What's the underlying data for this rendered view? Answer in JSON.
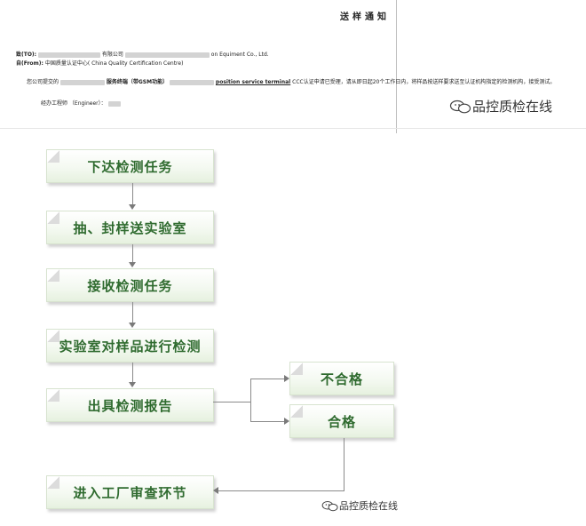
{
  "notice": {
    "title": "送样通知",
    "to_label": "致(TO):",
    "to_company_suffix": "有限公司",
    "to_company_en_tail": "on Equiment Co., Ltd.",
    "from_label": "自(From):",
    "from_value": "中国质量认证中心( China Quality Certification Centre)",
    "body_prefix": "您公司提交的",
    "body_product": "服务终端（带GSM功能）",
    "body_terminal": "position service terminal",
    "body_suffix": "CCC认证申请已受理，请从即日起20个工作日内，将样品按送样要求送至认证机构指定的检测机构，接受测试。",
    "engineer_label": "经办工程师 （Engineer）："
  },
  "watermarks": {
    "top": "品控质检在线",
    "bottom": "品控质检在线"
  },
  "flow": {
    "step1": "下达检测任务",
    "step2": "抽、封样送实验室",
    "step3": "接收检测任务",
    "step4": "实验室对样品进行检测",
    "step5": "出具检测报告",
    "fail": "不合格",
    "pass": "合格",
    "final": "进入工厂审查环节"
  },
  "colors": {
    "box_text": "#2f6b2f",
    "connector": "#8a8a8a"
  }
}
